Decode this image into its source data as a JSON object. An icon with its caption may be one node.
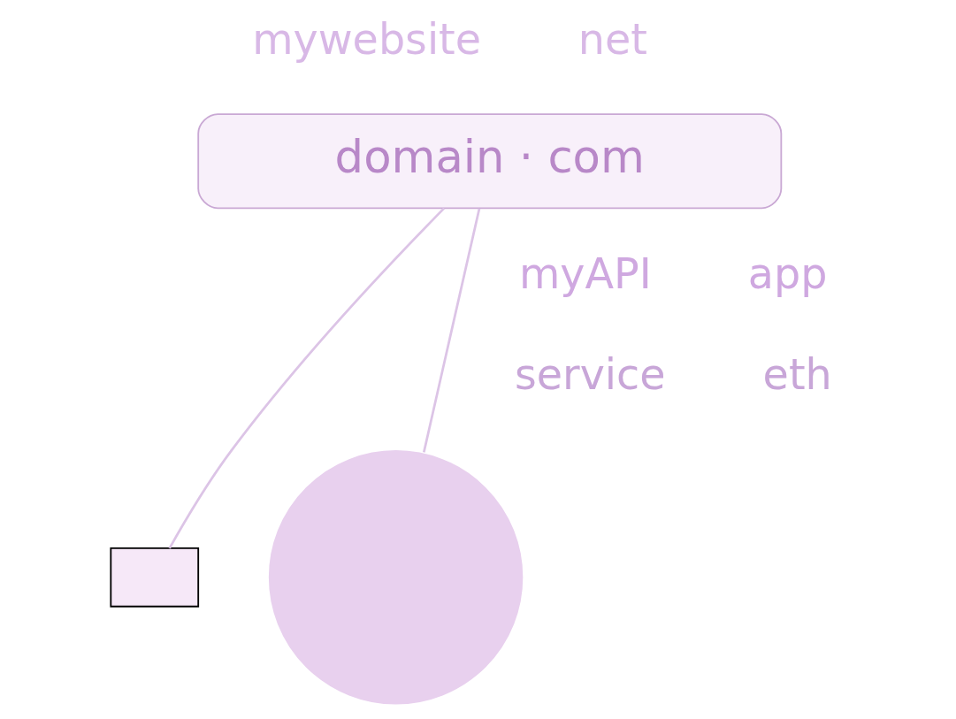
{
  "diagram": {
    "nodes": [
      {
        "text": [
          "domain · com"
        ]
      },
      {
        "text": [],
        "shape": "box"
      },
      {
        "text": [],
        "shape": "circle"
      }
    ],
    "edges": [
      {
        "from": 0,
        "to": 1,
        "arrow": "none"
      },
      {
        "from": 0,
        "to": 2,
        "arrow": "none"
      }
    ],
    "labels": [
      "mywebsite",
      "net",
      "myAPI",
      "app",
      "service",
      "eth"
    ]
  }
}
